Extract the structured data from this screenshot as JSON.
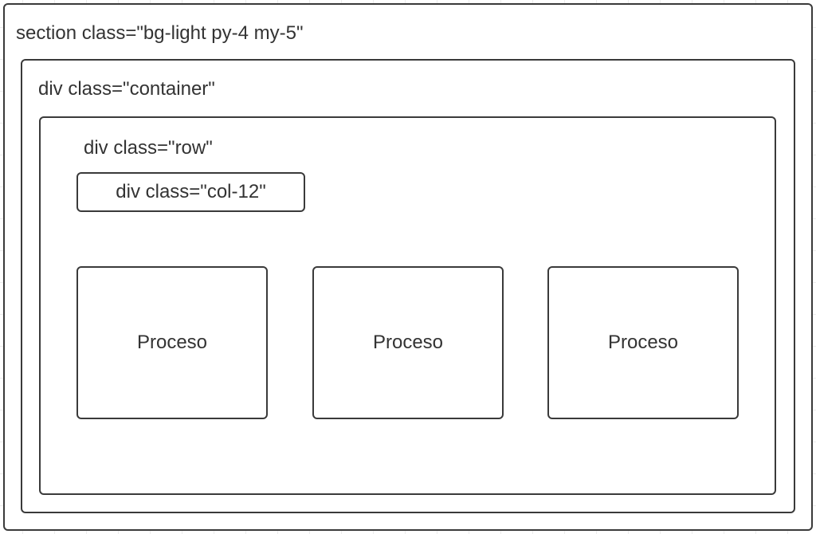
{
  "diagram": {
    "section_label": "section class=\"bg-light py-4 my-5\"",
    "container_label": "div class=\"container\"",
    "row_label": "div class=\"row\"",
    "col_label": "div class=\"col-12\"",
    "processes": [
      {
        "label": "Proceso"
      },
      {
        "label": "Proceso"
      },
      {
        "label": "Proceso"
      }
    ]
  }
}
